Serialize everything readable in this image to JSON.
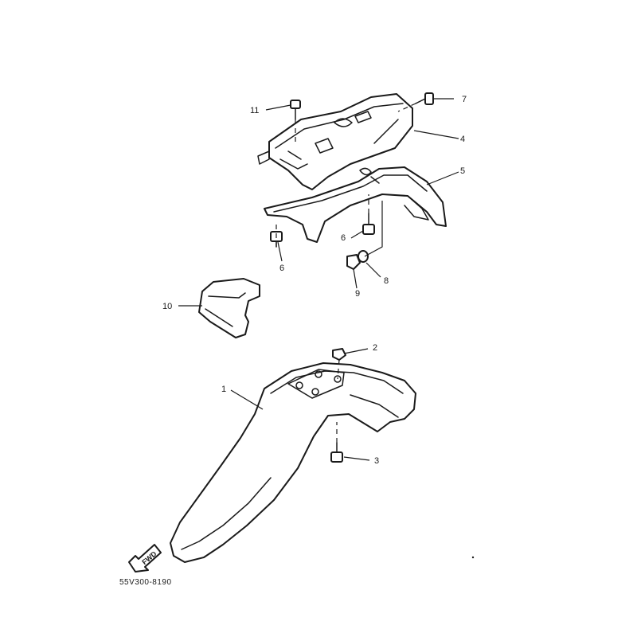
{
  "callouts": [
    "1",
    "2",
    "3",
    "4",
    "5",
    "6",
    "6",
    "7",
    "8",
    "9",
    "10",
    "11"
  ],
  "fwd_label": "FWD",
  "diagram_code": "55V300-8190"
}
